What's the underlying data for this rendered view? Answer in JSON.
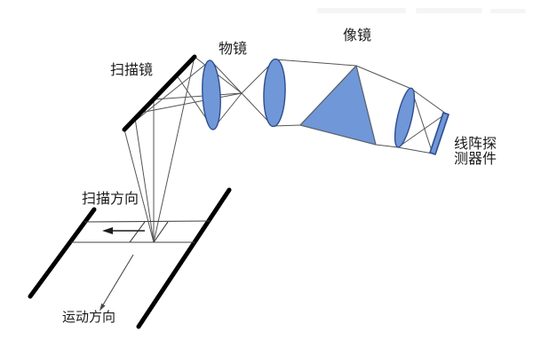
{
  "labels": {
    "scan_mirror": "扫描镜",
    "objective_lens": "物镜",
    "image_lens": "像镜",
    "detector_line1": "线阵探",
    "detector_line2": "测器件",
    "scan_direction": "扫描方向",
    "motion_direction": "运动方向"
  },
  "colors": {
    "background": "#ffffff",
    "optic_fill": "#7097d8",
    "optic_border": "#2e4d8f",
    "prism_border": "#5a6470",
    "ray": "#555555",
    "strip_line": "#444444",
    "ink": "#000000"
  },
  "components": [
    {
      "name": "scan-mirror",
      "label": "扫描镜",
      "type": "mirror"
    },
    {
      "name": "objective-lens",
      "label": "物镜",
      "type": "lens"
    },
    {
      "name": "image-lens-group",
      "label": "像镜",
      "type": "lens-prism-lens"
    },
    {
      "name": "linear-array-detector",
      "label": "线阵探测器件",
      "type": "detector"
    },
    {
      "name": "scan-direction-arrow",
      "label": "扫描方向",
      "type": "arrow-left"
    },
    {
      "name": "motion-direction-arrow",
      "label": "运动方向",
      "type": "arrow-down-left"
    }
  ]
}
